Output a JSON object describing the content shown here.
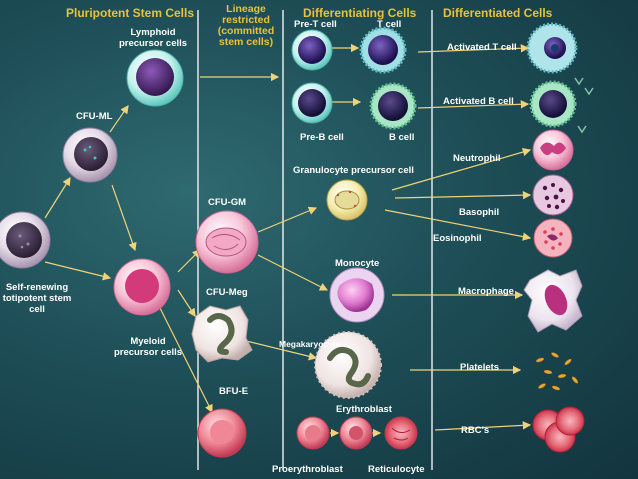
{
  "headers": {
    "pluripotent": "Pluripotent Stem Cells",
    "lineage": "Lineage restricted (committed stem cells)",
    "differentiating": "Differentiating Cells",
    "differentiated": "Differentiated Cells"
  },
  "labels": {
    "stem": "Self-renewing totipotent stem cell",
    "cfu_ml": "CFU-ML",
    "lymphoid": "Lymphoid precursor cells",
    "myeloid": "Myeloid precursor cells",
    "pre_t": "Pre-T cell",
    "t_cell": "T cell",
    "pre_b": "Pre-B cell",
    "b_cell": "B cell",
    "activated_t": "Activated T cell",
    "activated_b": "Activated B cell",
    "neutrophil": "Neutrophil",
    "granulocyte_precursor": "Granulocyte precursor cell",
    "cfu_gm": "CFU-GM",
    "basophil": "Basophil",
    "eosinophil": "Eosinophil",
    "monocyte": "Monocyte",
    "macrophage": "Macrophage",
    "cfu_meg": "CFU-Meg",
    "megakaryocyte": "Megakaryocyte",
    "platelets": "Platelets",
    "bfu_e": "BFU-E",
    "erythroblast": "Erythroblast",
    "rbcs": "RBC's",
    "proerythroblast": "Proerythroblast",
    "reticulocyte": "Reticulocyte"
  },
  "colors": {
    "background": "#1e4e57",
    "header": "#e8c23a",
    "arrow": "#f0d278",
    "divider": "#ffffff"
  }
}
